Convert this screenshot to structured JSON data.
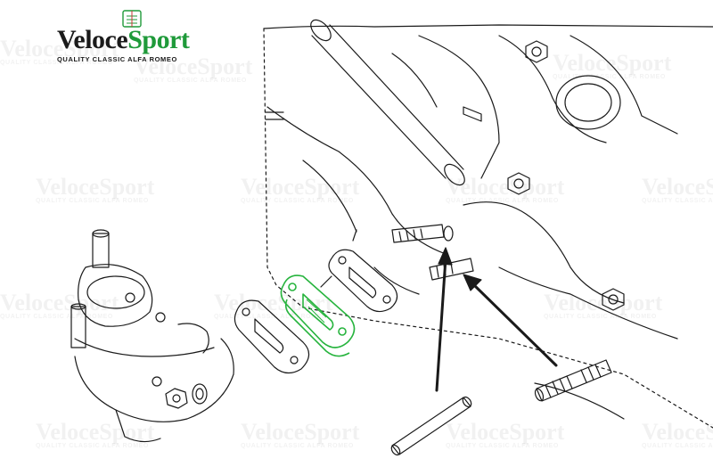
{
  "logo": {
    "brand_part1": "Veloce",
    "brand_part2": "Sport",
    "tagline": "QUALITY CLASSIC ALFA ROMEO",
    "colors": {
      "green": "#1f9a3a",
      "dark": "#1a1a1a"
    }
  },
  "watermark": {
    "brand": "VeloceSport",
    "tagline": "QUALITY CLASSIC ALFA ROMEO"
  },
  "diagram": {
    "highlight_color": "#27b43e",
    "line_color": "#1a1a1a"
  }
}
